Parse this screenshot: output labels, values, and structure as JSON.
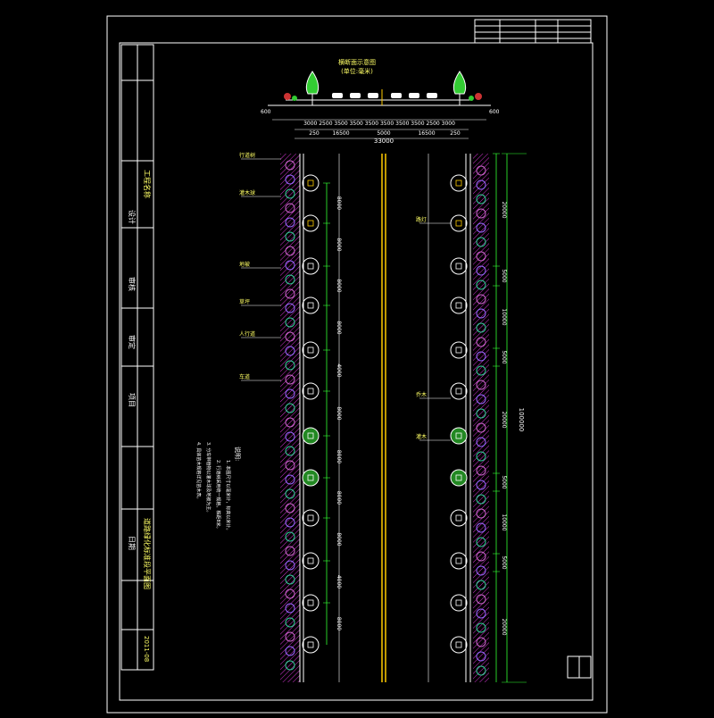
{
  "title_block": {
    "left_column_labels": [
      "设计",
      "审核",
      "审定",
      "项目",
      "日期"
    ],
    "drawing_title": "道路绿化标准段平面图",
    "drawing_number": "2011-08",
    "project_name": "工程名称"
  },
  "cross_section": {
    "left_side_label": "600",
    "right_side_label": "600",
    "caption_line1": "横断面示意图",
    "caption_line2": "(单位:毫米)",
    "segment_dims": "3000 2500 3500 3500 3500 3500 3500 3500 2500 3000",
    "total_row_left": "250",
    "total_row_mid_left": "16500",
    "total_row_center": "5000",
    "total_row_mid_right": "16500",
    "total_row_right": "250",
    "overall_width": "33000"
  },
  "plan": {
    "left_labels": [
      "行道树",
      "灌木球",
      "地被",
      "草坪",
      "人行道",
      "车道"
    ],
    "right_labels": [
      "路灯",
      "乔木",
      "灌木"
    ],
    "left_spacing_dims": [
      "8000",
      "8000",
      "8000",
      "8000",
      "4000",
      "8000",
      "8000",
      "8000",
      "8000",
      "4000",
      "8000"
    ],
    "right_spacing_dims": [
      "20000",
      "5000",
      "10000",
      "5000",
      "20000",
      "5000",
      "10000",
      "5000",
      "20000"
    ],
    "overall_length": "100000"
  },
  "notes": {
    "heading": "说明:",
    "lines": [
      "1. 本图尺寸以毫米计，标高以米计。",
      "2. 行道树采用统一规格，株距8米。",
      "3. 分车带植物以灌木球及地被为主。",
      "4. 具体苗木规格详见苗木表。"
    ]
  },
  "colors": {
    "frame": "#ffffff",
    "dim_green": "#33ff33",
    "median_yellow": "#ffcc00",
    "hatch_magenta": "#cc33cc",
    "text_yellow": "#ffff66"
  }
}
